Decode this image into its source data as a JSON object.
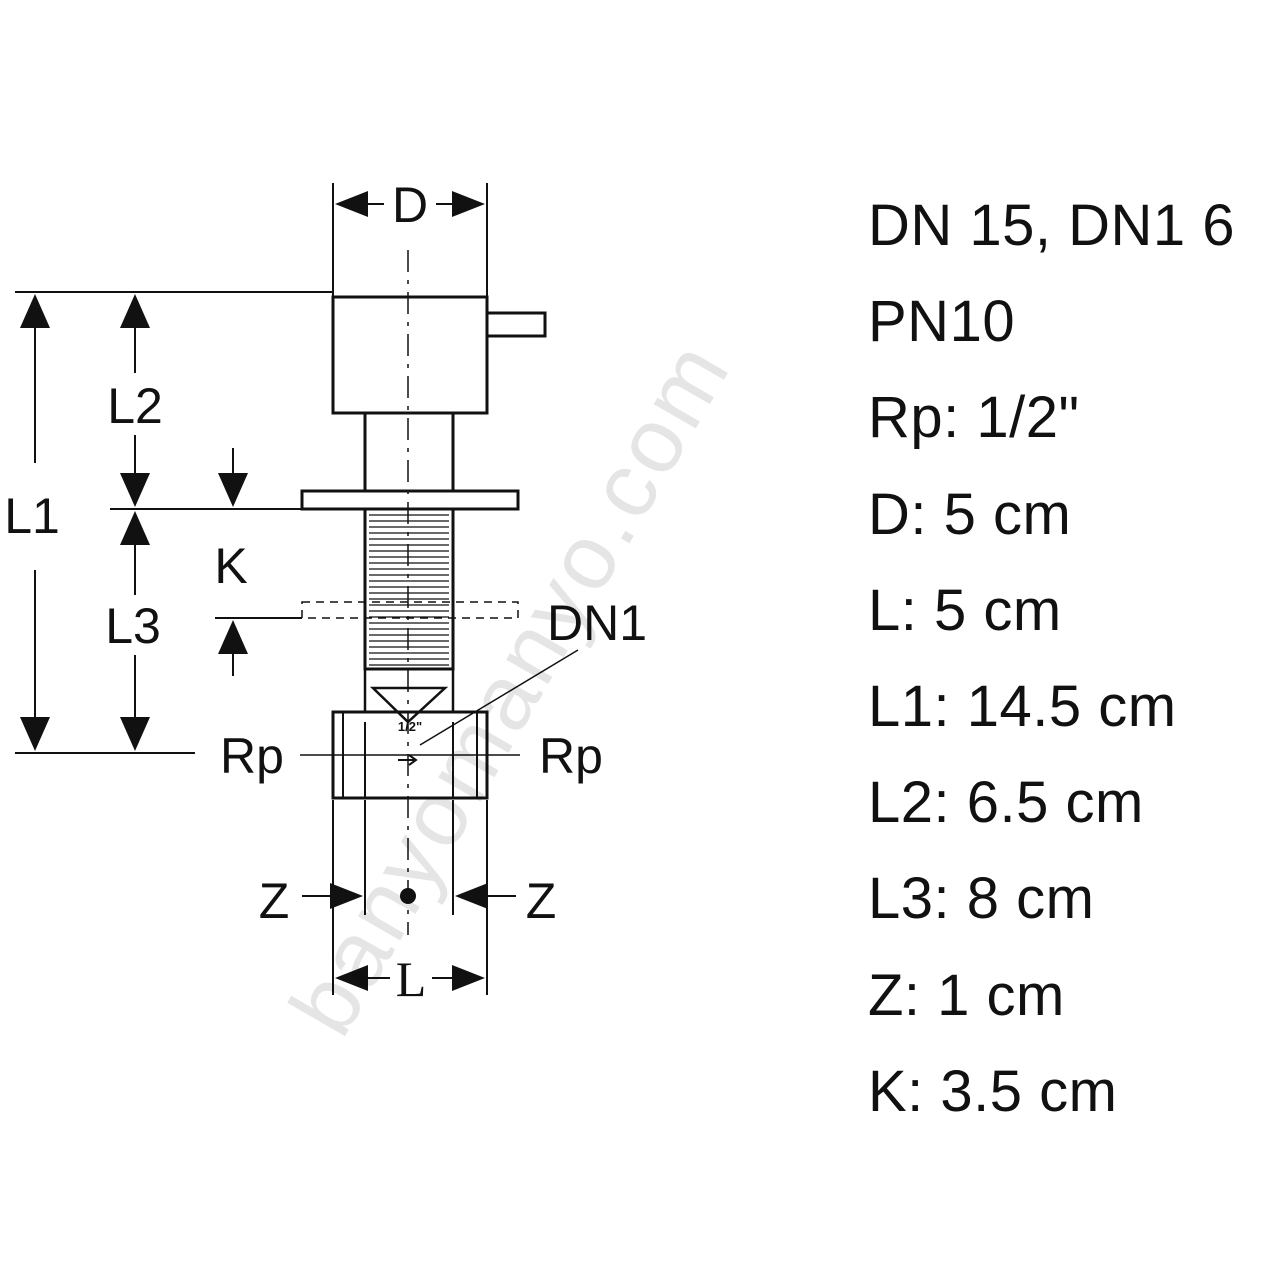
{
  "diagram": {
    "labels": {
      "D": "D",
      "L1": "L1",
      "L2": "L2",
      "L3": "L3",
      "K": "K",
      "DN": "DN1",
      "Rp_left": "Rp",
      "Rp_right": "Rp",
      "Z_left": "Z",
      "Z_right": "Z",
      "L": "L",
      "body_marking": "1/2\""
    }
  },
  "specs": [
    "DN 15, DN1 6",
    "PN10",
    "Rp: 1/2\"",
    "D: 5 cm",
    "L: 5 cm",
    "L1: 14.5 cm",
    "L2: 6.5 cm",
    "L3: 8 cm",
    "Z: 1 cm",
    "K: 3.5 cm"
  ],
  "watermark": "banyomanyo.com"
}
